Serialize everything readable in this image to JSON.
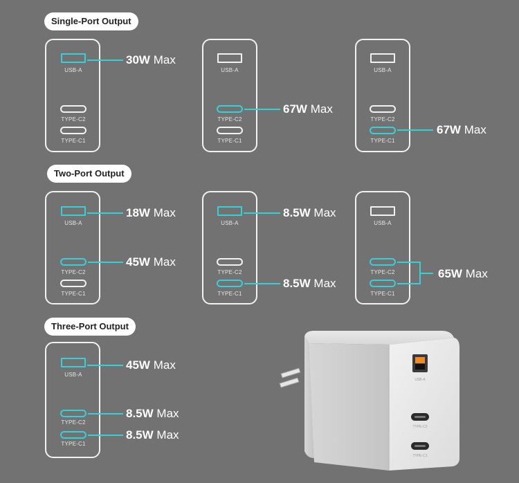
{
  "sections": {
    "single": "Single-Port Output",
    "two": "Two-Port Output",
    "three": "Three-Port Output"
  },
  "ports": {
    "usb_a": "USB-A",
    "type_c2": "TYPE-C2",
    "type_c1": "TYPE-C1"
  },
  "outputs": {
    "single_usba": {
      "watt": "30W",
      "max": "Max"
    },
    "single_c2": {
      "watt": "67W",
      "max": "Max"
    },
    "single_c1": {
      "watt": "67W",
      "max": "Max"
    },
    "two_a_usba": {
      "watt": "18W",
      "max": "Max"
    },
    "two_a_c2": {
      "watt": "45W",
      "max": "Max"
    },
    "two_b_usba": {
      "watt": "8.5W",
      "max": "Max"
    },
    "two_b_c1": {
      "watt": "8.5W",
      "max": "Max"
    },
    "two_c_combined": {
      "watt": "65W",
      "max": "Max"
    },
    "three_usba": {
      "watt": "45W",
      "max": "Max"
    },
    "three_c2": {
      "watt": "8.5W",
      "max": "Max"
    },
    "three_c1": {
      "watt": "8.5W",
      "max": "Max"
    }
  },
  "product_labels": {
    "usb_a": "USB-A",
    "type_c2": "TYPE-C2",
    "type_c1": "TYPE-C1"
  },
  "colors": {
    "accent": "#35d0d8",
    "background": "#727272",
    "outline": "#f2f2f2"
  }
}
